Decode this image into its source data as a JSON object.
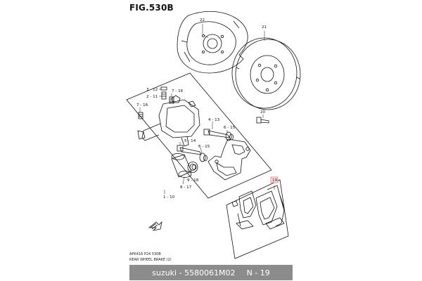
{
  "figure": {
    "title": "FIG.530B",
    "ref_code": "APK416 P24 530B",
    "ref_name": "REAR WHEEL BRAKE (2)"
  },
  "footer": {
    "part_text": "suzuki - 5580061M02",
    "page_text": "N - 19",
    "background": "#8c8c8c"
  },
  "callouts": {
    "c22": "22",
    "c21": "21",
    "c20": "20",
    "c3_12": "3 - 12",
    "c2_11": "2 - 11",
    "c7_16a": "7 - 16",
    "c7_16b": "7 - 16",
    "c4_13": "4 - 13",
    "c6_15a": "6 - 15",
    "c5_14": "5 - 14",
    "c6_15b": "6 - 15",
    "c9_18": "9 - 18",
    "c8_17": "8 - 17",
    "c1_10": "1 - 10",
    "c19": "19"
  },
  "highlight_color": "#e05050"
}
